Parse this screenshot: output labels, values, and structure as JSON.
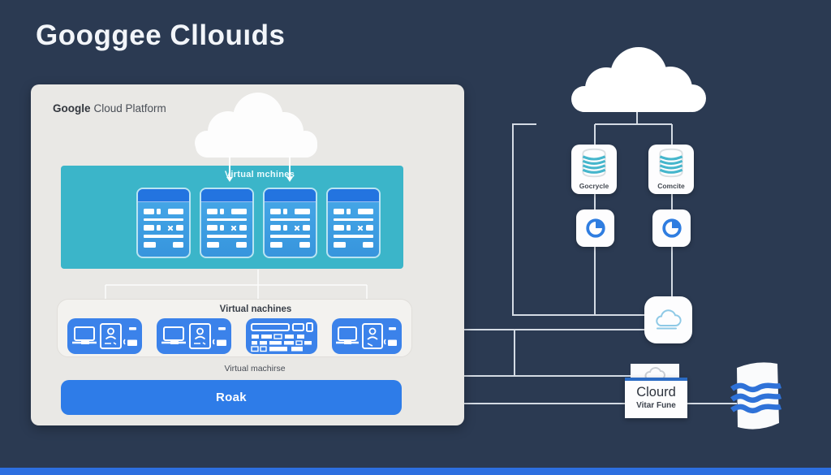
{
  "title": "Googgee Cllouıds",
  "panel": {
    "brand_bold": "Google",
    "brand_rest": "Cloud Platform",
    "vm_box_label": "Virtual mchines",
    "vm_row_label": "Virtual nachines",
    "caption": "Virtual machirse",
    "button_label": "Roak"
  },
  "right": {
    "db_cards": [
      {
        "label": "Gocrycle"
      },
      {
        "label": "Comcite"
      }
    ],
    "folder": {
      "title": "Clourd",
      "subtitle": "Vitar Fune"
    }
  },
  "icons": {
    "panel_cloud": "cloud",
    "big_cloud": "cloud",
    "vm_instance": "vm-server-card",
    "workstation": "laptop-and-tablet",
    "dashboard": "server-dashboard",
    "database": "database-cylinder",
    "clock": "clock-quarter",
    "cloud_outline": "cloud-outline",
    "wave_page": "wave-document"
  },
  "colors": {
    "background": "#2b3a52",
    "panel": "#e9e8e5",
    "teal": "#3bb5c9",
    "vm_card": "#3f9fe4",
    "vm_card_header": "#2374e0",
    "icon_blue": "#3b82ea",
    "button_blue": "#2e7ce8",
    "line": "#d4dbe4",
    "db_stripe": "#45b6cc",
    "clock_blue": "#2f7de0",
    "wave_blue": "#2f72d8",
    "folder_border": "#2c6cc4",
    "bottom_bar": "#2d6fe0"
  }
}
